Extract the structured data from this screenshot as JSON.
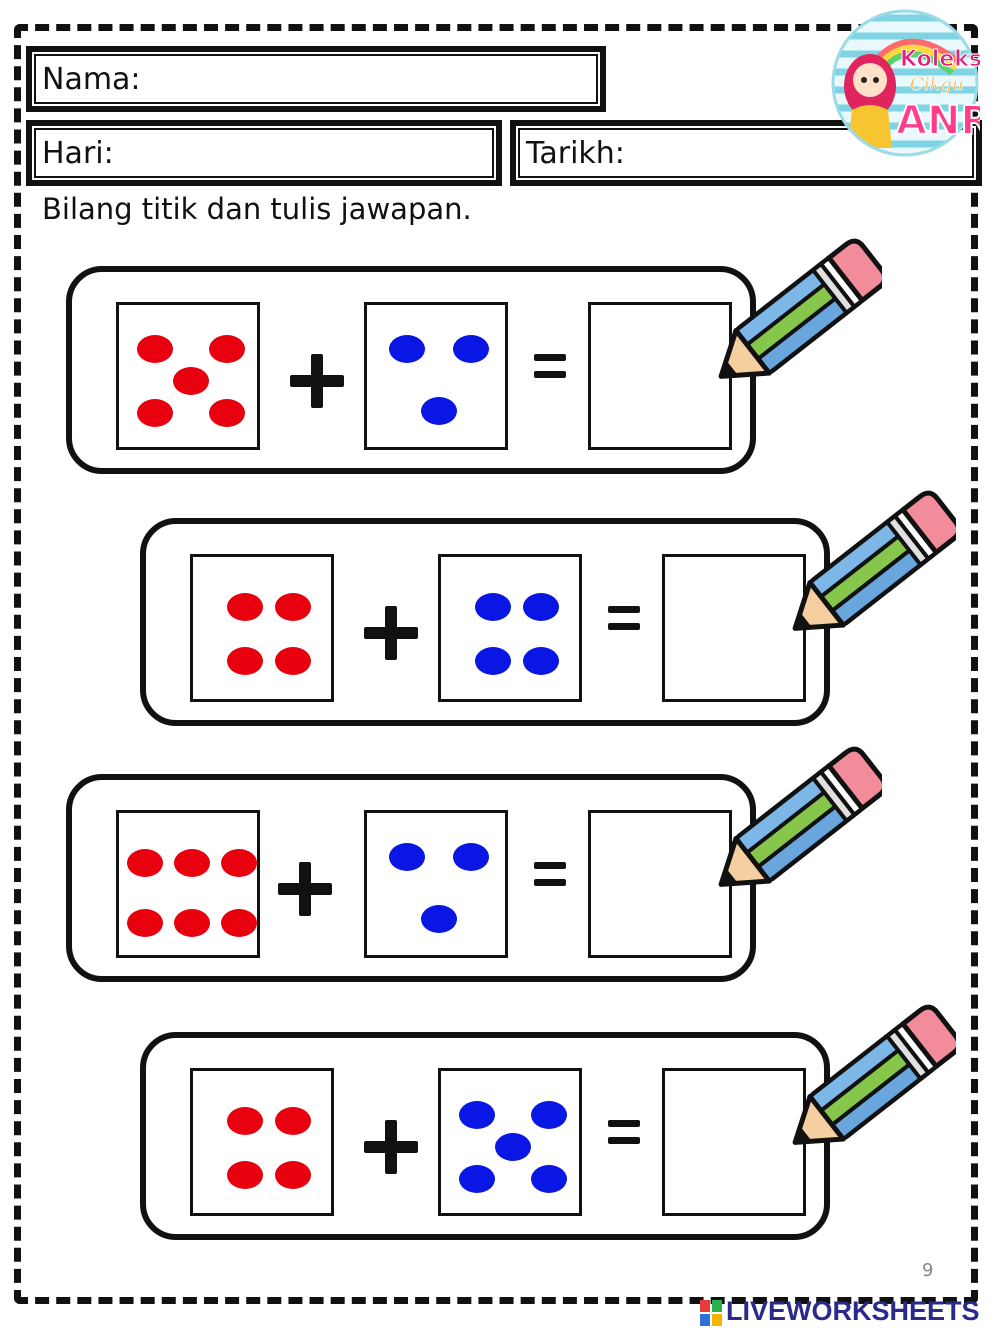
{
  "header": {
    "name_label": "Nama:",
    "day_label": "Hari:",
    "date_label": "Tarikh:"
  },
  "logo": {
    "icon": "koleksi-cikgu-anr-logo",
    "text_line1": "Koleksi",
    "text_line2": "Cikgu",
    "text_line3": "ANR"
  },
  "instruction": "Bilang titik dan tulis jawapan.",
  "exercises": [
    {
      "left_count": 5,
      "left_color": "#e8000f",
      "right_count": 3,
      "right_color": "#0a16e4",
      "operator": "+",
      "equals": "=",
      "answer": ""
    },
    {
      "left_count": 4,
      "left_color": "#e8000f",
      "right_count": 4,
      "right_color": "#0a16e4",
      "operator": "+",
      "equals": "=",
      "answer": ""
    },
    {
      "left_count": 6,
      "left_color": "#e8000f",
      "right_count": 3,
      "right_color": "#0a16e4",
      "operator": "+",
      "equals": "=",
      "answer": ""
    },
    {
      "left_count": 4,
      "left_color": "#e8000f",
      "right_count": 5,
      "right_color": "#0a16e4",
      "operator": "+",
      "equals": "=",
      "answer": ""
    }
  ],
  "page_number": "9",
  "watermark": "LIVEWORKSHEETS",
  "icons": {
    "pencil": "pencil-icon"
  }
}
